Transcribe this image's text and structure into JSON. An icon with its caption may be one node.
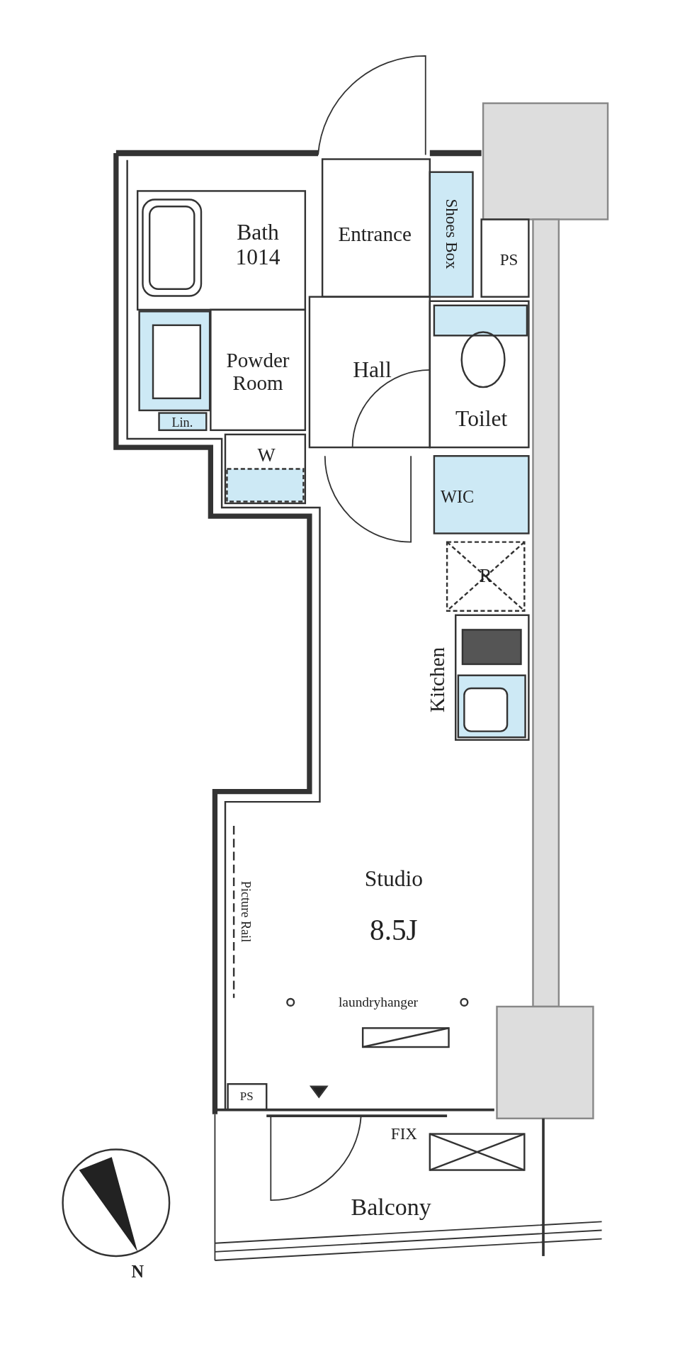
{
  "diagram": {
    "labels": [
      "Bath 1014",
      "Entrance",
      "Shoes Box",
      "PS",
      "Powder Room",
      "Hall",
      "Toilet",
      "Lin.",
      "W",
      "WIC",
      "R",
      "Kitchen",
      "Studio",
      "8.5J",
      "Picture Rail",
      "laundryhanger",
      "PS",
      "FIX",
      "Balcony",
      "N"
    ]
  }
}
